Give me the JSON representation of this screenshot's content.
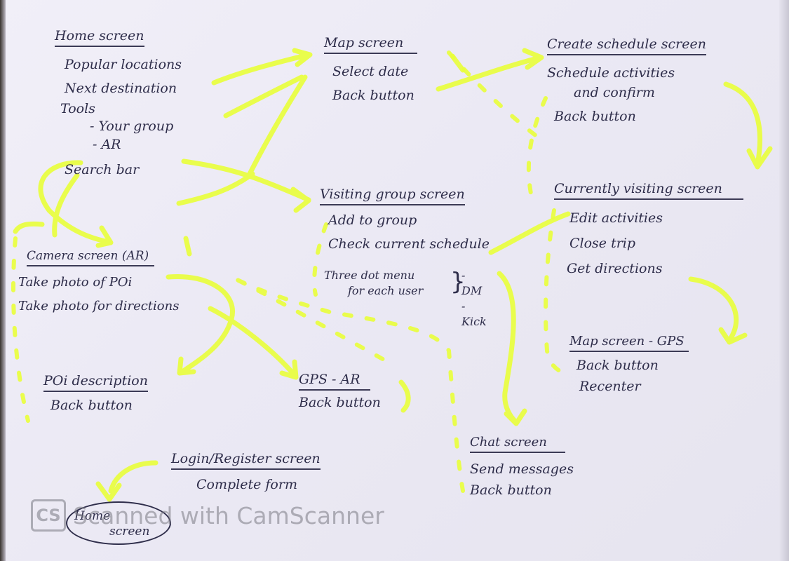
{
  "nodes": {
    "home": {
      "title": "Home screen",
      "items": [
        "Popular locations",
        "Next destination",
        "Tools"
      ],
      "sub_items": [
        "- Your group",
        "- AR"
      ],
      "last_item": "Search bar"
    },
    "map": {
      "title": "Map screen",
      "items": [
        "Select date",
        "Back button"
      ]
    },
    "create_schedule": {
      "title": "Create schedule screen",
      "items": [
        "Schedule activities",
        "and confirm",
        "Back button"
      ]
    },
    "visiting_group": {
      "title": "Visiting group screen",
      "items": [
        "Add to group",
        "Check current schedule"
      ],
      "three_dot_menu": "Three dot menu",
      "for_each_user": "for each user",
      "options": [
        "- DM",
        "- Kick"
      ]
    },
    "currently_visiting": {
      "title": "Currently visiting screen",
      "items": [
        "Edit activities",
        "Close trip",
        "Get directions"
      ]
    },
    "camera": {
      "title": "Camera screen (AR)",
      "items": [
        "Take photo of POi",
        "Take photo for directions"
      ]
    },
    "map_gps": {
      "title": "Map screen - GPS",
      "items": [
        "Back button",
        "Recenter"
      ]
    },
    "poi_description": {
      "title": "POi description",
      "items": [
        "Back button"
      ]
    },
    "gps_ar": {
      "title": "GPS - AR",
      "items": [
        "Back button"
      ]
    },
    "chat": {
      "title": "Chat screen",
      "items": [
        "Send messages",
        "Back button"
      ]
    },
    "login": {
      "title": "Login/Register screen",
      "items": [
        "Complete form"
      ]
    },
    "home_oval": [
      "Home",
      "screen"
    ]
  },
  "watermark": {
    "logo": "CS",
    "text": "Scanned with CamScanner"
  },
  "colors": {
    "highlighter": "#e9ff3a",
    "ink": "#2e2d4a",
    "paper": "#efedf6"
  }
}
